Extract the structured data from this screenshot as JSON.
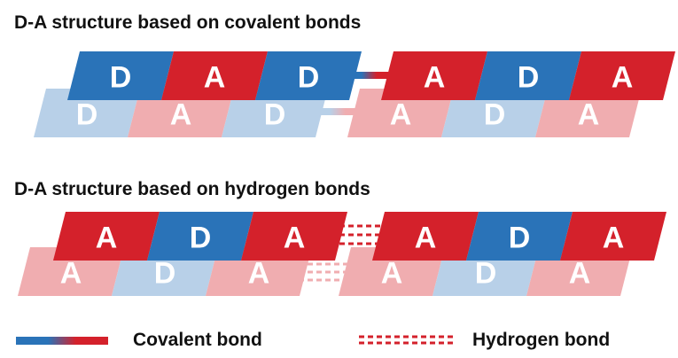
{
  "colors": {
    "donor": "#2a73b8",
    "acceptor": "#d4212b",
    "donor_faded": "#b8d0e8",
    "acceptor_faded": "#f0adb0",
    "block_text": "#ffffff"
  },
  "covalent_panel": {
    "title": "D-A structure based on covalent bonds",
    "front_left": [
      "D",
      "A",
      "D"
    ],
    "front_right": [
      "A",
      "D",
      "A"
    ],
    "back_left": [
      "D",
      "A",
      "D"
    ],
    "back_right": [
      "A",
      "D",
      "A"
    ]
  },
  "hydrogen_panel": {
    "title": "D-A structure based on hydrogen bonds",
    "front_left": [
      "A",
      "D",
      "A"
    ],
    "front_right": [
      "A",
      "D",
      "A"
    ],
    "back_left": [
      "A",
      "D",
      "A"
    ],
    "back_right": [
      "A",
      "D",
      "A"
    ]
  },
  "legend": {
    "covalent_label": "Covalent bond",
    "hydrogen_label": "Hydrogen bond"
  }
}
